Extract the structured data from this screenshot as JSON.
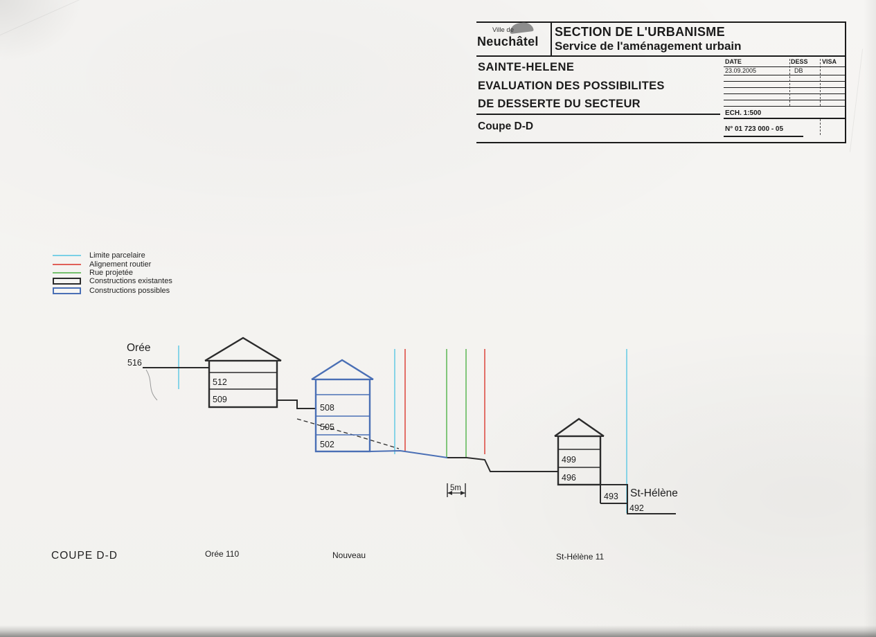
{
  "colors": {
    "limite_parcelaire": "#7ad0e6",
    "alignement_routier": "#e06058",
    "rue_projetee": "#74c06c",
    "constructions_existantes": "#2b2b2b",
    "constructions_possibles": "#4a6fb5"
  },
  "title_block": {
    "logo_small": "Ville de",
    "logo_large": "Neuchâtel",
    "header_line1": "SECTION DE L'URBANISME",
    "header_line2": "Service de l'aménagement urbain",
    "project_title": "SAINTE-HELENE",
    "project_subtitle1": "EVALUATION DES POSSIBILITES",
    "project_subtitle2": "DE DESSERTE DU SECTEUR",
    "drawing_title": "Coupe D-D",
    "table": {
      "col_date": "DATE",
      "col_dess": "DESS",
      "col_visa": "VISA",
      "date_value": "23.09.2005",
      "dess_value": "DB"
    },
    "scale_label": "ECH.  1:500",
    "plan_number": "N° 01 723 000 - 05"
  },
  "legend": {
    "items": [
      {
        "label": "Limite parcelaire"
      },
      {
        "label": "Alignement routier"
      },
      {
        "label": "Rue projetée"
      },
      {
        "label": "Constructions existantes"
      },
      {
        "label": "Constructions possibles"
      }
    ]
  },
  "drawing": {
    "oree_label": "Orée",
    "oree_elev": "516",
    "oree_f1": "512",
    "oree_f2": "509",
    "nouveau_f1": "508",
    "nouveau_f2": "505",
    "nouveau_f3": "502",
    "sthel_f1": "499",
    "sthel_f2": "496",
    "step1": "493",
    "step2": "492",
    "sthelene_label": "St-Hélène",
    "scale_5m": "5m"
  },
  "footer": {
    "section_title": "COUPE D-D",
    "label_oree": "Orée 110",
    "label_nouveau": "Nouveau",
    "label_sthelene": "St-Hélène 11"
  }
}
